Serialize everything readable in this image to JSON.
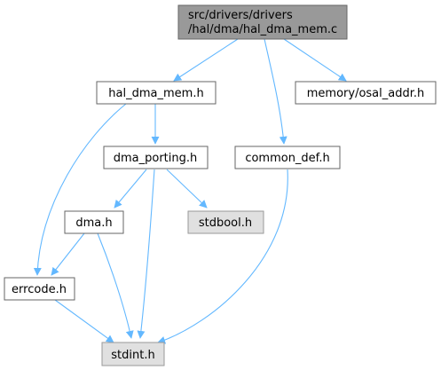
{
  "nodes": {
    "main": {
      "line1": "src/drivers/drivers",
      "line2": "/hal/dma/hal_dma_mem.c",
      "fill": "#999999"
    },
    "hal_dma_mem_h": {
      "label": "hal_dma_mem.h",
      "fill": "#ffffff"
    },
    "osal_addr_h": {
      "label": "memory/osal_addr.h",
      "fill": "#ffffff"
    },
    "dma_porting_h": {
      "label": "dma_porting.h",
      "fill": "#ffffff"
    },
    "common_def_h": {
      "label": "common_def.h",
      "fill": "#ffffff"
    },
    "dma_h": {
      "label": "dma.h",
      "fill": "#ffffff"
    },
    "stdbool_h": {
      "label": "stdbool.h",
      "fill": "#e0e0e0"
    },
    "errcode_h": {
      "label": "errcode.h",
      "fill": "#ffffff"
    },
    "stdint_h": {
      "label": "stdint.h",
      "fill": "#e0e0e0"
    }
  },
  "edge_color": "#63b8ff",
  "border_color": "#666666"
}
